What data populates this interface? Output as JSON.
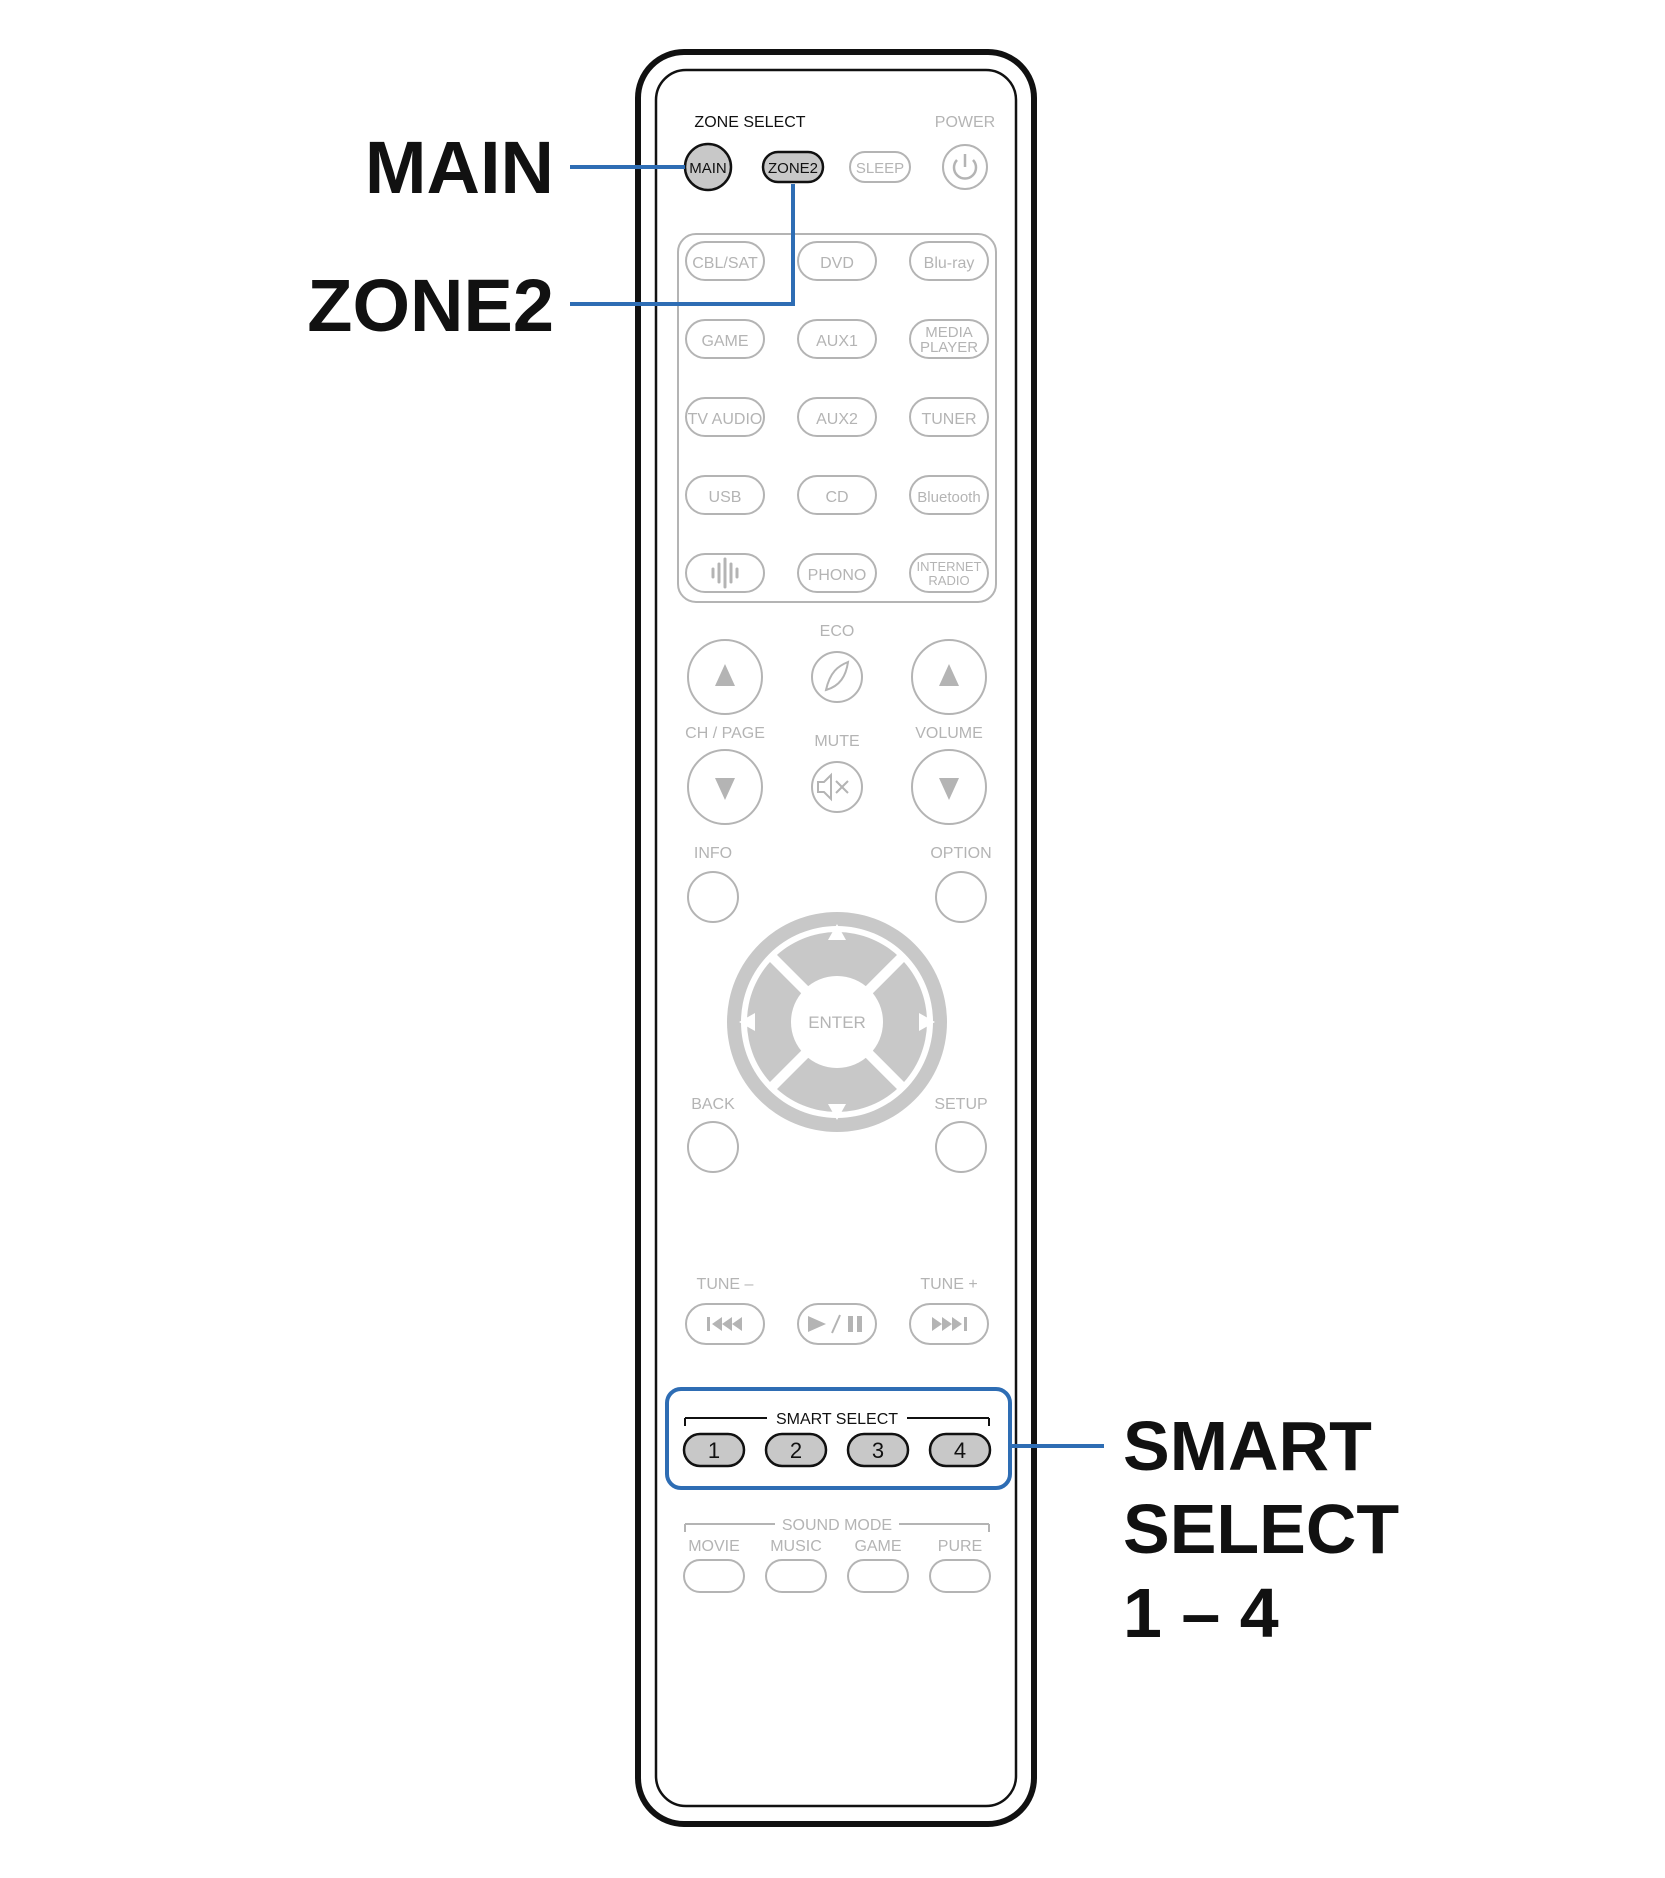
{
  "callouts": {
    "main": "MAIN",
    "zone2": "ZONE2",
    "smart_select_line1": "SMART",
    "smart_select_line2": "SELECT",
    "smart_select_line3": "1 – 4"
  },
  "remote": {
    "zone_select_label": "ZONE SELECT",
    "power_label": "POWER",
    "main_btn": "MAIN",
    "zone2_btn": "ZONE2",
    "sleep_btn": "SLEEP",
    "sources": {
      "cbl_sat": "CBL/SAT",
      "dvd": "DVD",
      "bluray": "Blu-ray",
      "game": "GAME",
      "aux1": "AUX1",
      "media_player_1": "MEDIA",
      "media_player_2": "PLAYER",
      "tv_audio": "TV AUDIO",
      "aux2": "AUX2",
      "tuner": "TUNER",
      "usb": "USB",
      "cd": "CD",
      "bluetooth": "Bluetooth",
      "phono": "PHONO",
      "internet_radio_1": "INTERNET",
      "internet_radio_2": "RADIO"
    },
    "eco_label": "ECO",
    "ch_page_label": "CH / PAGE",
    "mute_label": "MUTE",
    "volume_label": "VOLUME",
    "info_label": "INFO",
    "option_label": "OPTION",
    "enter_label": "ENTER",
    "back_label": "BACK",
    "setup_label": "SETUP",
    "tune_minus_label": "TUNE –",
    "tune_plus_label": "TUNE +",
    "smart_select_label": "SMART SELECT",
    "smart_buttons": [
      "1",
      "2",
      "3",
      "4"
    ],
    "sound_mode_label": "SOUND MODE",
    "sound_modes": [
      "MOVIE",
      "MUSIC",
      "GAME",
      "PURE"
    ]
  },
  "colors": {
    "callout_line": "#2e6db4",
    "highlight_box": "#2e6db4",
    "inactive": "#b4b4b4",
    "active_fill": "#c8c8c8",
    "outline": "#111111"
  }
}
